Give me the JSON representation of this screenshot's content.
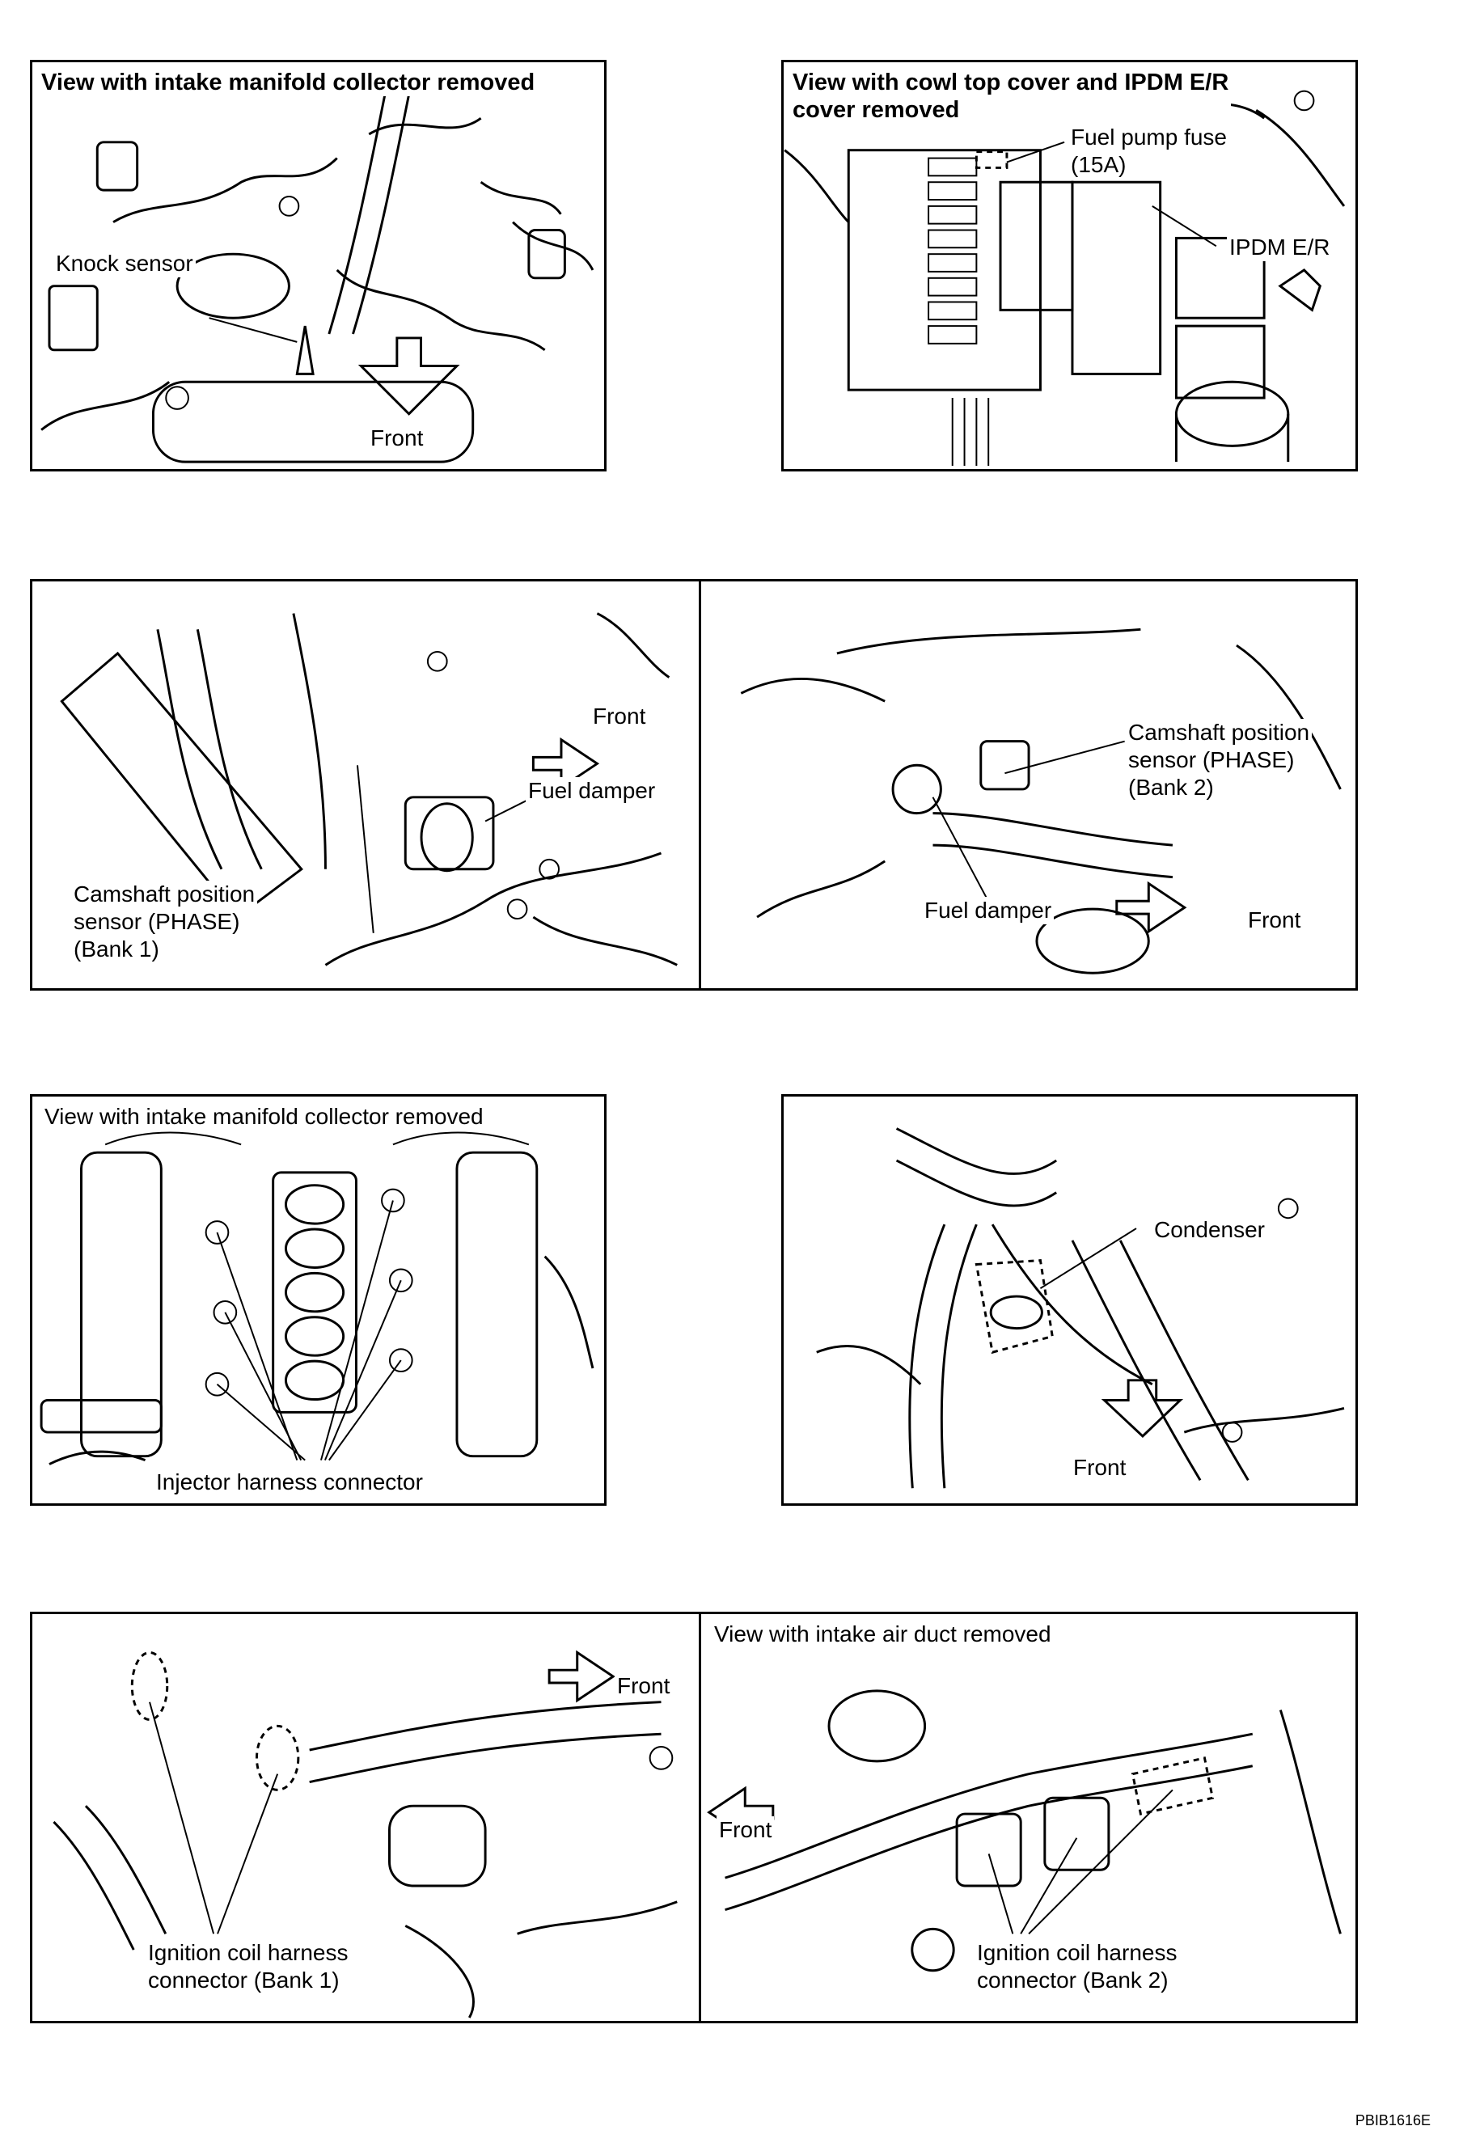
{
  "panels": {
    "knock": {
      "title": "View with intake manifold collector removed",
      "knock_sensor": "Knock sensor",
      "front": "Front"
    },
    "ipdm": {
      "title": "View with cowl top cover and IPDM E/R\ncover removed",
      "fuse": "Fuel pump fuse\n(15A)",
      "ipdm": "IPDM E/R"
    },
    "cam_left": {
      "front": "Front",
      "fuel_damper": "Fuel damper",
      "cam_sensor": "Camshaft position\nsensor (PHASE)\n(Bank 1)"
    },
    "cam_right": {
      "cam_sensor": "Camshaft position\nsensor (PHASE)\n(Bank 2)",
      "fuel_damper": "Fuel damper",
      "front": "Front"
    },
    "injector": {
      "title": "View with intake manifold collector removed",
      "connector": "Injector harness connector"
    },
    "condenser": {
      "condenser": "Condenser",
      "front": "Front"
    },
    "ign_left": {
      "front": "Front",
      "connector": "Ignition coil harness\nconnector (Bank 1)"
    },
    "ign_right": {
      "title": "View with intake air duct removed",
      "front": "Front",
      "connector": "Ignition coil harness\nconnector (Bank 2)"
    }
  },
  "figure_code": "PBIB1616E"
}
